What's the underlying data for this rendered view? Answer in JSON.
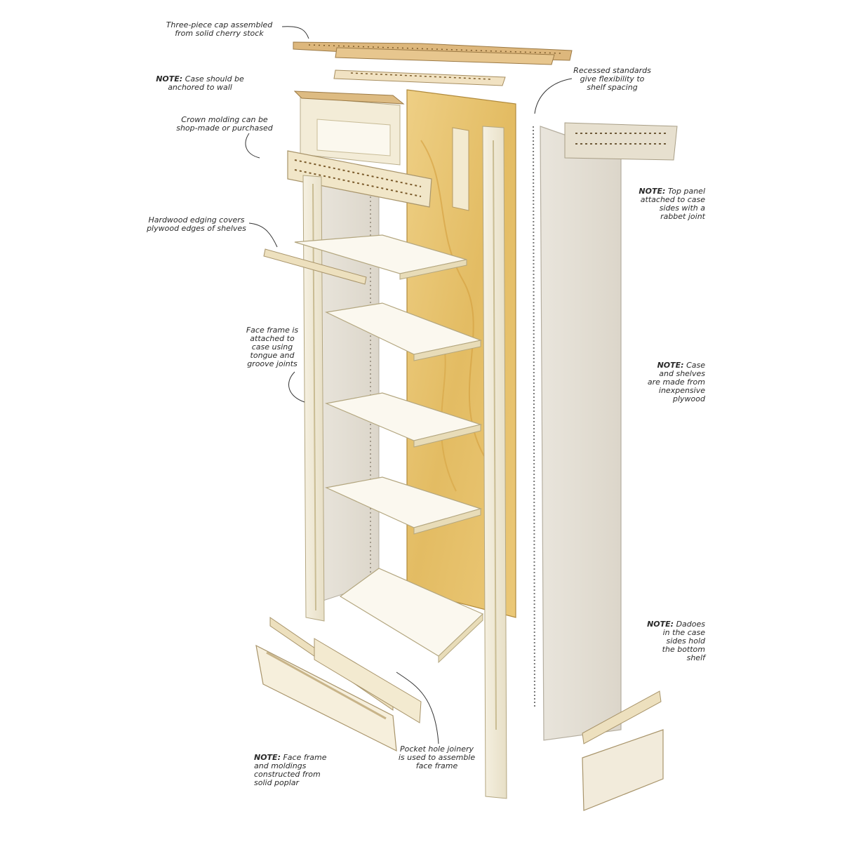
{
  "callouts": {
    "cap": "Three-piece cap assembled\nfrom solid cherry stock",
    "anchor_note": "Case should be\nanchored to wall",
    "crown": "Crown molding can be\nshop-made or purchased",
    "edging": "Hardwood edging covers\nplywood edges of shelves",
    "face_frame": "Face frame is\nattached to\ncase using\ntongue and\ngroove joints",
    "standards": "Recessed standards\ngive flexibility to\nshelf spacing",
    "top_panel_note": "Top panel\nattached to case\nsides with a\nrabbet joint",
    "case_note": "Case\nand shelves\nare made from\ninexpensive\nplywood",
    "dadoes_note": "Dadoes\nin the case\nsides hold\nthe bottom\nshelf",
    "poplar_note": "Face frame\nand moldings\nconstructed from\nsolid poplar",
    "pocket": "Pocket hole joinery\nis used to assemble\nface frame"
  },
  "note_label": "NOTE:",
  "colors": {
    "plywood": "#E8C878",
    "plywood_grain": "#D9A94A",
    "cream": "#F4EEDB",
    "cream_edge": "#CFC5A6",
    "panel_grey": "#E6E1D7",
    "panel_grey_edge": "#BDB6A8",
    "cherry": "#D8B27A",
    "leader": "#333333"
  }
}
